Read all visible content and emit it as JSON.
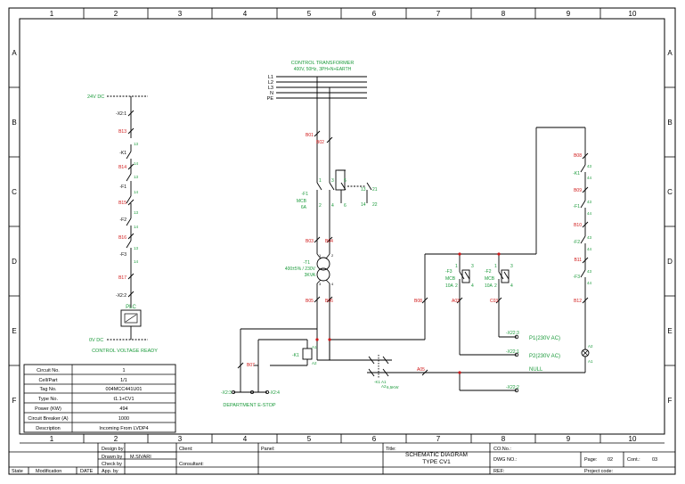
{
  "colors": {
    "wire": "#000000",
    "label": "#1a9a3a",
    "wire_no": "#d01818"
  },
  "grid": {
    "columns": [
      "1",
      "2",
      "3",
      "4",
      "5",
      "6",
      "7",
      "8",
      "9",
      "10"
    ],
    "rows": [
      "A",
      "B",
      "C",
      "D",
      "E",
      "F"
    ]
  },
  "transformer_supply": {
    "title": "CONTROL TRANSFORMER",
    "spec": "400V, 50Hz, 3PH+N+EARTH",
    "buses": [
      "L1",
      "L2",
      "L3",
      "N",
      "PE"
    ]
  },
  "left_circuit": {
    "supply": "24V DC",
    "terminal_top": "-X2:1",
    "wire_b13": "B13",
    "k1": "-K1",
    "k1_pins": [
      "13",
      "14"
    ],
    "wire_b14": "B14",
    "f1": "-F1",
    "f1_pins": [
      "13",
      "14"
    ],
    "wire_b15": "B15",
    "f2": "-F2",
    "f2_pins": [
      "13",
      "14"
    ],
    "wire_b16": "B16",
    "f3": "-F3",
    "f3_pins": [
      "13",
      "14"
    ],
    "wire_b17": "B17",
    "terminal_bottom": "-X2:2",
    "plc": "PLC",
    "zero": "0V DC",
    "ready": "CONTROL VOLTAGE READY"
  },
  "main_circuit": {
    "wire_b01": "B01",
    "wire_b02": "B02",
    "f1": "-F1",
    "mcb": "MCB",
    "rating": "6A",
    "pins_top": [
      "1",
      "3",
      "5"
    ],
    "pins_bottom": [
      "2",
      "4",
      "6"
    ],
    "aux_pins": [
      "13",
      "21",
      "14",
      "22"
    ],
    "wire_b03": "B03",
    "wire_b04": "B04",
    "t1": "-T1",
    "t1_spec1": "400±5% / 230V",
    "t1_spec2": "3KVA",
    "t1_taps": [
      "1",
      "2",
      "3",
      "4"
    ],
    "wire_b05": "B05",
    "wire_b06": "B06"
  },
  "mcb_group": {
    "f3": "-F3",
    "f2": "-F2",
    "mcb": "MCB",
    "rating": "10A",
    "pins": [
      "1",
      "2",
      "3",
      "4"
    ],
    "wire_b08": "B08",
    "wire_a03": "A03",
    "wire_c03": "C03"
  },
  "right_circuit": {
    "wire_b08": "B08",
    "k1": "-K1",
    "k1_pins": [
      "43",
      "44"
    ],
    "wire_b09": "B09",
    "f1": "-F1",
    "f1_pins": [
      "43",
      "44"
    ],
    "wire_b10": "B10",
    "f2": "-F2",
    "f2_pins": [
      "43",
      "44"
    ],
    "wire_b11": "B11",
    "f3": "-F3",
    "f3_pins": [
      "43",
      "44"
    ],
    "wire_b12": "B12",
    "lamp_pins": [
      "A2",
      "A1"
    ]
  },
  "outputs": {
    "x22_3": "-X22:3",
    "p1": "P1(230V AC)",
    "x22_1": "-X22:1",
    "p2": "P2(230V AC)",
    "null": "NULL",
    "x22_2": "-X22:2",
    "wire_a05": "A05"
  },
  "estop": {
    "wire_b07": "B07",
    "k1": "-K1",
    "k1_pins": [
      "A1",
      "A2"
    ],
    "terminals": [
      "-X2:3",
      "-X2:4"
    ],
    "label": "DEPARTMENT E-STOP",
    "contact_tag": "-K1",
    "contact_pins": [
      "A1",
      "A2"
    ],
    "contact_note": "6,5KW",
    "contact_term": "-K1"
  },
  "info_table": [
    {
      "label": "Circuit No.",
      "value": "1"
    },
    {
      "label": "Cell/Part",
      "value": "1/1"
    },
    {
      "label": "Tag No.",
      "value": "004MCC441U01"
    },
    {
      "label": "Type No.",
      "value": "t1.1+CV1"
    },
    {
      "label": "Power (KW)",
      "value": "494"
    },
    {
      "label": "Circuit Breaker (A)",
      "value": "1000"
    },
    {
      "label": "Description",
      "value": "Incoming From LVDP4"
    }
  ],
  "title_block": {
    "designed_by": "Design by",
    "drawn_by": "Drawn by",
    "drawn_name": "M.SIVARI",
    "check_by": "Check by",
    "app_by": "App. by",
    "state": "State",
    "modification": "Modification",
    "date": "DATE",
    "client": "Client:",
    "consultant": "Consultant:",
    "panel": "Panel:",
    "title_label": "Title:",
    "title_line1": "SCHEMATIC DIAGRAM",
    "title_line2": "TYPE CV1",
    "co_no": "CO.No.:",
    "dwg_no": "DWG NO.:",
    "ref": "REF:",
    "page_label": "Page:",
    "page_value": "02",
    "cont_label": "Cont.:",
    "cont_value": "03",
    "project_code": "Project code:"
  }
}
